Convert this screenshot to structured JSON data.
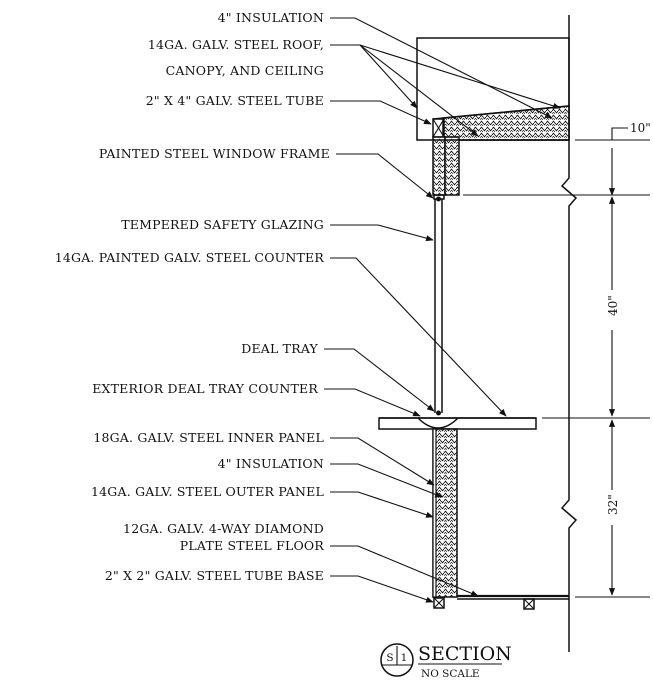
{
  "callouts": [
    {
      "id": "c1",
      "lines": [
        "4\" INSULATION"
      ]
    },
    {
      "id": "c2",
      "lines": [
        "14GA. GALV. STEEL ROOF,",
        "CANOPY, AND CEILING"
      ]
    },
    {
      "id": "c3",
      "lines": [
        "2\" X 4\" GALV. STEEL TUBE"
      ]
    },
    {
      "id": "c4",
      "lines": [
        "PAINTED STEEL WINDOW FRAME"
      ]
    },
    {
      "id": "c5",
      "lines": [
        "TEMPERED SAFETY GLAZING"
      ]
    },
    {
      "id": "c6",
      "lines": [
        "14GA. PAINTED GALV. STEEL COUNTER"
      ]
    },
    {
      "id": "c7",
      "lines": [
        "DEAL TRAY"
      ]
    },
    {
      "id": "c8",
      "lines": [
        "EXTERIOR DEAL TRAY COUNTER"
      ]
    },
    {
      "id": "c9",
      "lines": [
        "18GA. GALV. STEEL INNER PANEL"
      ]
    },
    {
      "id": "c10",
      "lines": [
        "4\" INSULATION"
      ]
    },
    {
      "id": "c11",
      "lines": [
        "14GA. GALV. STEEL OUTER PANEL"
      ]
    },
    {
      "id": "c12",
      "lines": [
        "12GA. GALV. 4-WAY DIAMOND",
        "PLATE STEEL FLOOR"
      ]
    },
    {
      "id": "c13",
      "lines": [
        "2\" X 2\" GALV. STEEL TUBE BASE"
      ]
    }
  ],
  "dimensions": {
    "top": "10\"",
    "middle": "40\"",
    "bottom": "32\""
  },
  "title_block": {
    "title": "SECTION",
    "subtitle": "NO SCALE",
    "marker_top": "S",
    "marker_right": "1"
  }
}
